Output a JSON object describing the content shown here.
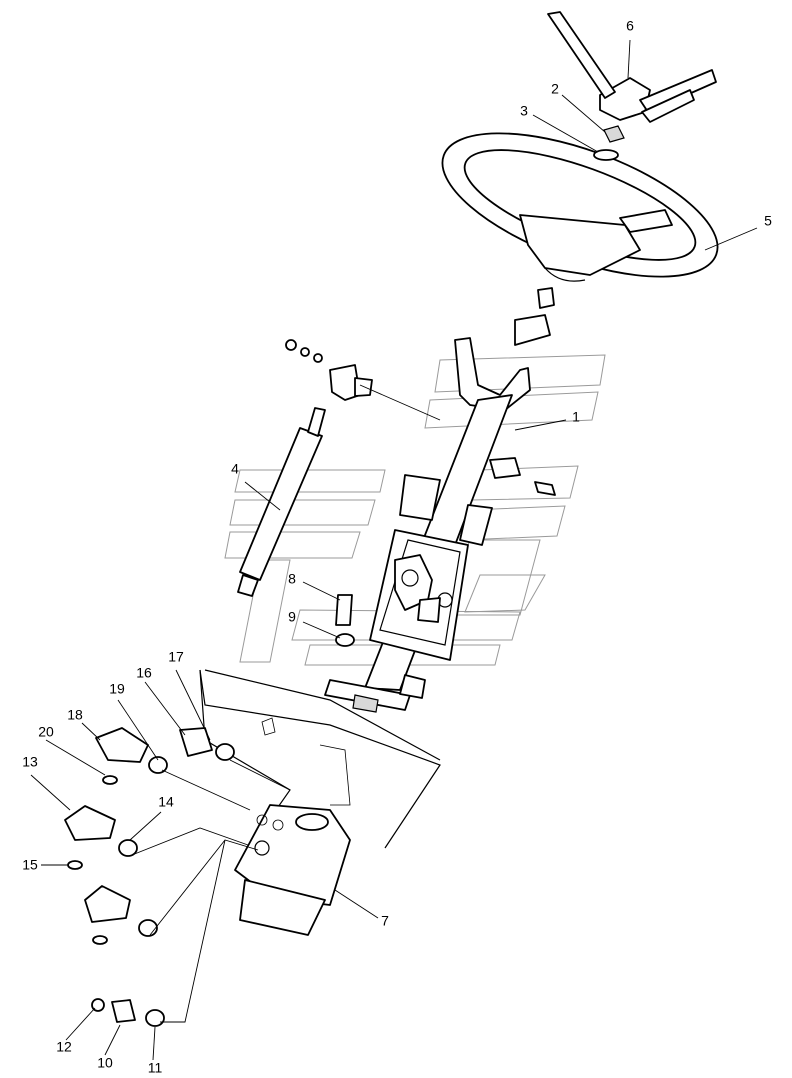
{
  "labels": {
    "1": "1",
    "2": "2",
    "3": "3",
    "4": "4",
    "5": "5",
    "6": "6",
    "7": "7",
    "8": "8",
    "9": "9",
    "10": "10",
    "11": "11",
    "12": "12",
    "13": "13",
    "14": "14",
    "15": "15",
    "16": "16",
    "17": "17",
    "18": "18",
    "19": "19",
    "20": "20"
  }
}
